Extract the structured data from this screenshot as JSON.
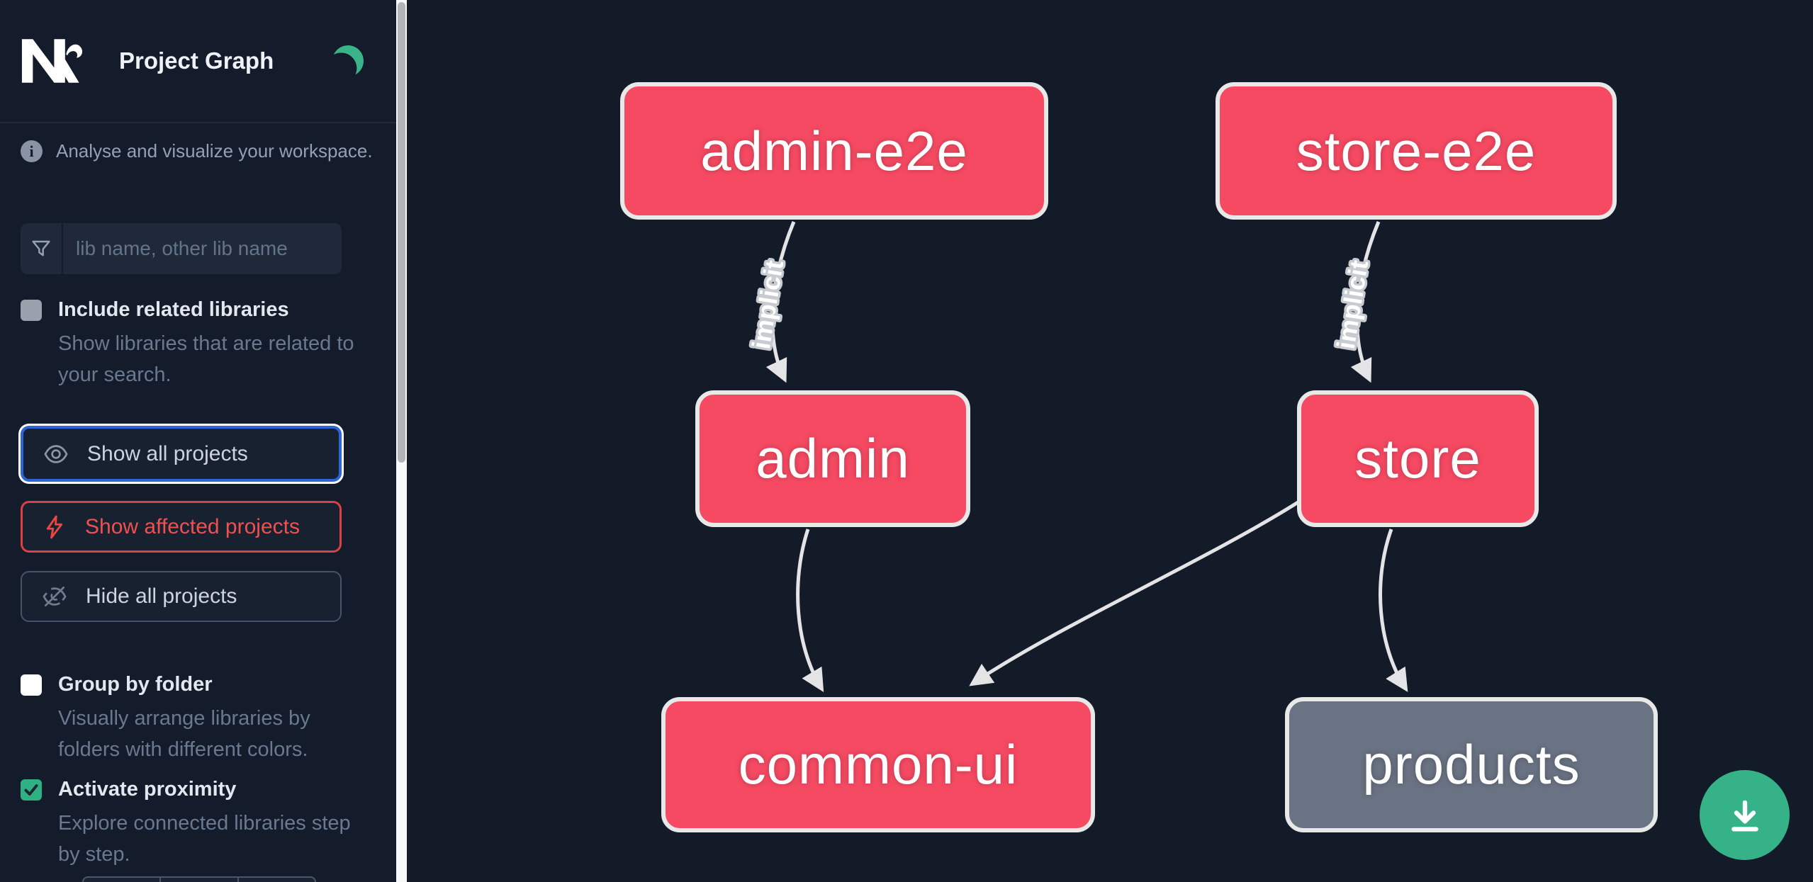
{
  "header": {
    "title": "Project Graph",
    "logo": "nx-logo"
  },
  "sidebar": {
    "info_text": "Analyse and visualize your workspace.",
    "search": {
      "placeholder": "lib name, other lib name",
      "value": ""
    },
    "checkboxes": [
      {
        "label": "Include related libraries",
        "description": "Show libraries that are related to your search.",
        "checked": false
      },
      {
        "label": "Group by folder",
        "description": "Visually arrange libraries by folders with different colors.",
        "checked": false
      },
      {
        "label": "Activate proximity",
        "description": "Explore connected libraries step by step.",
        "checked": true
      }
    ],
    "actions": [
      {
        "label": "Show all projects",
        "icon": "eye-icon",
        "state": "focused"
      },
      {
        "label": "Show affected projects",
        "icon": "bolt-icon",
        "state": "affected"
      },
      {
        "label": "Hide all projects",
        "icon": "eye-off-icon",
        "state": "default"
      }
    ]
  },
  "graph": {
    "nodes": [
      {
        "id": "admin-e2e",
        "label": "admin-e2e",
        "status": "affected"
      },
      {
        "id": "store-e2e",
        "label": "store-e2e",
        "status": "affected"
      },
      {
        "id": "admin",
        "label": "admin",
        "status": "affected"
      },
      {
        "id": "store",
        "label": "store",
        "status": "affected"
      },
      {
        "id": "common-ui",
        "label": "common-ui",
        "status": "affected"
      },
      {
        "id": "products",
        "label": "products",
        "status": "unaffected"
      }
    ],
    "edges": [
      {
        "from": "admin-e2e",
        "to": "admin",
        "label": "implicit"
      },
      {
        "from": "store-e2e",
        "to": "store",
        "label": "implicit"
      },
      {
        "from": "admin",
        "to": "common-ui",
        "label": ""
      },
      {
        "from": "store",
        "to": "common-ui",
        "label": ""
      },
      {
        "from": "store",
        "to": "products",
        "label": ""
      }
    ]
  },
  "fab": {
    "icon": "download-icon"
  },
  "colors": {
    "background": "#131a28",
    "affected_node": "#f64a63",
    "unaffected_node": "#6a7384",
    "node_border": "#e8e8e8",
    "edge": "#e4e4e6",
    "accent_green": "#35b288",
    "focus_blue": "#2b66d9",
    "affected_red": "#ef5050"
  }
}
